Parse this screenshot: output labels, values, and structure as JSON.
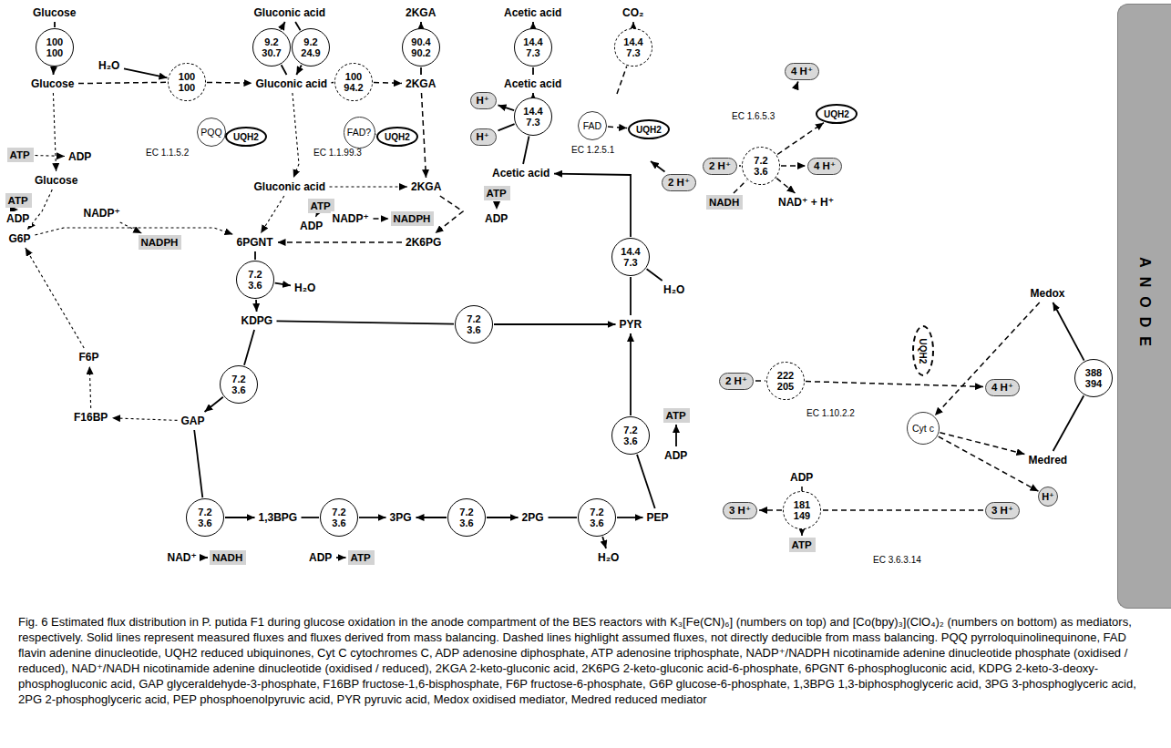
{
  "diagram": {
    "caption": "Fig. 6 Estimated flux distribution in P. putida F1 during glucose oxidation in the anode compartment of the BES reactors with K₃[Fe(CN)₆] (numbers on top) and [Co(bpy)₃](ClO₄)₂ (numbers on bottom) as mediators, respectively. Solid lines represent measured fluxes and fluxes derived from mass balancing. Dashed lines highlight assumed fluxes, not directly deducible from mass balancing. PQQ pyrroloquinolinequinone, FAD flavin adenine dinucleotide, UQH2 reduced ubiquinones, Cyt C cytochromes C, ADP adenosine diphosphate, ATP adenosine triphosphate, NADP⁺/NADPH nicotinamide adenine dinucleotide phosphate (oxidised / reduced), NAD⁺/NADH nicotinamide adenine dinucleotide (oxidised / reduced), 2KGA 2-keto-gluconic acid, 2K6PG 2-keto-gluconic acid-6-phosphate, 6PGNT 6-phosphogluconic acid, KDPG 2-keto-3-deoxy-phosphogluconic acid, GAP glyceraldehyde-3-phosphate, F16BP fructose-1,6-bisphosphate, F6P fructose-6-phosphate, G6P glucose-6-phosphate, 1,3BPG 1,3-biphosphoglyceric acid, 3PG 3-phosphoglyceric acid, 2PG 2-phosphoglyceric acid, PEP phosphoenolpyruvic acid, PYR pyruvic acid, Medox oxidised mediator, Medred reduced mediator",
    "nodes": [
      {
        "text": [
          "Glucose"
        ]
      },
      {
        "text": [
          "100",
          "100"
        ]
      },
      {
        "text": [
          "Gluconic acid"
        ]
      },
      {
        "text": [
          "9.2",
          "30.7"
        ]
      },
      {
        "text": [
          "9.2",
          "24.9"
        ]
      },
      {
        "text": [
          "2KGA"
        ]
      },
      {
        "text": [
          "90.4",
          "90.2"
        ]
      },
      {
        "text": [
          "Acetic acid"
        ]
      },
      {
        "text": [
          "14.4",
          "7.3"
        ]
      },
      {
        "text": [
          "CO₂"
        ]
      },
      {
        "text": [
          "14.4",
          "7.3"
        ]
      },
      {
        "text": [
          "Glucose"
        ]
      },
      {
        "text": [
          "H₂O"
        ]
      },
      {
        "text": [
          "100",
          "100"
        ]
      },
      {
        "text": [
          "Gluconic acid"
        ]
      },
      {
        "text": [
          "100",
          "94.2"
        ]
      },
      {
        "text": [
          "2KGA"
        ]
      },
      {
        "text": [
          "Acetic acid"
        ]
      },
      {
        "text": [
          "H⁺"
        ]
      },
      {
        "text": [
          "14.4",
          "7.3"
        ]
      },
      {
        "text": [
          "H⁺"
        ]
      },
      {
        "text": [
          "EC 1.1.5.2"
        ]
      },
      {
        "text": [
          "PQQ"
        ],
        "in": 21
      },
      {
        "text": [
          "UQH2"
        ]
      },
      {
        "text": [
          "EC 1.1.99.3"
        ]
      },
      {
        "text": [
          "FAD?"
        ],
        "in": 24
      },
      {
        "text": [
          "UQH2"
        ]
      },
      {
        "text": [
          "Gluconic acid"
        ]
      },
      {
        "text": [
          "2KGA"
        ]
      },
      {
        "text": [
          "Acetic acid"
        ]
      },
      {
        "text": [
          "EC 1.2.5.1"
        ]
      },
      {
        "text": [
          "FAD"
        ],
        "in": 30
      },
      {
        "text": [
          "UQH2"
        ]
      },
      {
        "text": [
          "2 H⁺"
        ]
      },
      {
        "text": [
          "EC 1.6.5.3"
        ]
      },
      {
        "text": [
          "UQH2"
        ]
      },
      {
        "text": [
          "4 H⁺"
        ]
      },
      {
        "text": [
          "2 H⁺"
        ]
      },
      {
        "text": [
          "7.2",
          "3.6"
        ]
      },
      {
        "text": [
          "4 H⁺"
        ]
      },
      {
        "text": [
          "NADH"
        ]
      },
      {
        "text": [
          "NAD⁺ + H⁺"
        ]
      },
      {
        "text": [
          "ATP"
        ]
      },
      {
        "text": [
          "ADP"
        ]
      },
      {
        "text": [
          "Glucose"
        ]
      },
      {
        "text": [
          "ATP"
        ]
      },
      {
        "text": [
          "ADP"
        ]
      },
      {
        "text": [
          "G6P"
        ]
      },
      {
        "text": [
          "NADP⁺"
        ]
      },
      {
        "text": [
          "NADPH"
        ]
      },
      {
        "text": [
          "ATP"
        ]
      },
      {
        "text": [
          "ADP"
        ]
      },
      {
        "text": [
          "ATP"
        ]
      },
      {
        "text": [
          "ADP"
        ]
      },
      {
        "text": [
          "NADP⁺"
        ]
      },
      {
        "text": [
          "NADPH"
        ]
      },
      {
        "text": [
          "2K6PG"
        ]
      },
      {
        "text": [
          "6PGNT"
        ]
      },
      {
        "text": [
          "7.2",
          "3.6"
        ]
      },
      {
        "text": [
          "H₂O"
        ]
      },
      {
        "text": [
          "KDPG"
        ]
      },
      {
        "text": [
          "7.2",
          "3.6"
        ]
      },
      {
        "text": [
          "PYR"
        ]
      },
      {
        "text": [
          "14.4",
          "7.3"
        ]
      },
      {
        "text": [
          "H₂O"
        ]
      },
      {
        "text": [
          "7.2",
          "3.6"
        ]
      },
      {
        "text": [
          "GAP"
        ]
      },
      {
        "text": [
          "F16BP"
        ]
      },
      {
        "text": [
          "F6P"
        ]
      },
      {
        "text": [
          "7.2",
          "3.6"
        ]
      },
      {
        "text": [
          "NAD⁺"
        ]
      },
      {
        "text": [
          "NADH"
        ]
      },
      {
        "text": [
          "1,3BPG"
        ]
      },
      {
        "text": [
          "7.2",
          "3.6"
        ]
      },
      {
        "text": [
          "ADP"
        ]
      },
      {
        "text": [
          "ATP"
        ]
      },
      {
        "text": [
          "3PG"
        ]
      },
      {
        "text": [
          "7.2",
          "3.6"
        ]
      },
      {
        "text": [
          "2PG"
        ]
      },
      {
        "text": [
          "7.2",
          "3.6"
        ]
      },
      {
        "text": [
          "H₂O"
        ]
      },
      {
        "text": [
          "PEP"
        ]
      },
      {
        "text": [
          "7.2",
          "3.6"
        ]
      },
      {
        "text": [
          "ATP"
        ]
      },
      {
        "text": [
          "ADP"
        ]
      },
      {
        "text": [
          "EC 1.10.2.2"
        ]
      },
      {
        "text": [
          "222",
          "205"
        ]
      },
      {
        "text": [
          "2 H⁺"
        ]
      },
      {
        "text": [
          "UQH2"
        ]
      },
      {
        "text": [
          "Cyt c"
        ]
      },
      {
        "text": [
          "4 H⁺"
        ]
      },
      {
        "text": [
          "Medox"
        ]
      },
      {
        "text": [
          "Medred"
        ]
      },
      {
        "text": [
          "H⁺"
        ]
      },
      {
        "text": [
          "388",
          "394"
        ]
      },
      {
        "text": [
          "ANODE"
        ]
      },
      {
        "text": [
          "3 H⁺"
        ]
      },
      {
        "text": [
          "181",
          "149"
        ]
      },
      {
        "text": [
          "ADP"
        ]
      },
      {
        "text": [
          "ATP"
        ]
      },
      {
        "text": [
          "3 H⁺"
        ]
      }
    ],
    "edges": [
      {
        "from": 0,
        "to": 1,
        "arrow": "none"
      },
      {
        "from": 1,
        "to": 11,
        "arrow": "to"
      },
      {
        "from": 14,
        "to": 3,
        "arrow": "none"
      },
      {
        "from": 3,
        "to": 2,
        "arrow": "to"
      },
      {
        "from": 2,
        "to": 4,
        "arrow": "none"
      },
      {
        "from": 4,
        "to": 14,
        "arrow": "to"
      },
      {
        "from": 16,
        "to": 6,
        "arrow": "none"
      },
      {
        "from": 6,
        "to": 5,
        "arrow": "to"
      },
      {
        "from": 17,
        "to": 8,
        "arrow": "none"
      },
      {
        "from": 8,
        "to": 7,
        "arrow": "to"
      },
      {
        "from": 30,
        "to": 10,
        "arrow": "none"
      },
      {
        "from": 10,
        "to": 9,
        "arrow": "to"
      },
      {
        "from": 11,
        "to": 13,
        "arrow": "none"
      },
      {
        "from": 13,
        "to": 14,
        "arrow": "to"
      },
      {
        "from": 12,
        "to": 13,
        "arrow": "to"
      },
      {
        "from": 14,
        "to": 15,
        "arrow": "none"
      },
      {
        "from": 15,
        "to": 16,
        "arrow": "to"
      },
      {
        "from": 22,
        "to": 23,
        "arrow": "to"
      },
      {
        "from": 25,
        "to": 26,
        "arrow": "to"
      },
      {
        "from": 31,
        "to": 32,
        "arrow": "to"
      },
      {
        "from": 29,
        "to": 19,
        "arrow": "none"
      },
      {
        "from": 19,
        "to": 17,
        "arrow": "to"
      },
      {
        "from": 20,
        "to": 19,
        "arrow": "none"
      },
      {
        "from": 19,
        "to": 18,
        "arrow": "to"
      },
      {
        "from": 33,
        "to": 30,
        "arrow": "to"
      },
      {
        "from": 62,
        "to": 63,
        "arrow": "none"
      },
      {
        "from": 63,
        "to": 29,
        "arrow": "to"
      },
      {
        "from": 64,
        "to": 63,
        "arrow": "none"
      },
      {
        "from": 34,
        "to": 36,
        "arrow": "to"
      },
      {
        "from": 37,
        "to": 38,
        "arrow": "none"
      },
      {
        "from": 38,
        "to": 39,
        "arrow": "to"
      },
      {
        "from": 40,
        "to": 38,
        "arrow": "none"
      },
      {
        "from": 38,
        "to": 41,
        "arrow": "to"
      },
      {
        "from": 38,
        "to": 35,
        "arrow": "to"
      },
      {
        "from": 42,
        "to": 43,
        "arrow": "to"
      },
      {
        "from": 11,
        "to": 44,
        "arrow": "to"
      },
      {
        "from": 44,
        "to": 47,
        "arrow": "to"
      },
      {
        "from": 45,
        "to": 46,
        "arrow": "to"
      },
      {
        "from": 47,
        "to": 57,
        "arrow": "to"
      },
      {
        "from": 48,
        "to": 49,
        "arrow": "to"
      },
      {
        "from": 68,
        "to": 47,
        "arrow": "to"
      },
      {
        "from": 67,
        "to": 68,
        "arrow": "to"
      },
      {
        "from": 66,
        "to": 67,
        "arrow": "to"
      },
      {
        "from": 14,
        "to": 27,
        "arrow": "to"
      },
      {
        "from": 27,
        "to": 57,
        "arrow": "to"
      },
      {
        "from": 50,
        "to": 51,
        "arrow": "to"
      },
      {
        "from": 27,
        "to": 28,
        "arrow": "to"
      },
      {
        "from": 54,
        "to": 55,
        "arrow": "to"
      },
      {
        "from": 16,
        "to": 28,
        "arrow": "to"
      },
      {
        "from": 28,
        "to": 56,
        "arrow": "to"
      },
      {
        "from": 52,
        "to": 53,
        "arrow": "to"
      },
      {
        "from": 56,
        "to": 57,
        "arrow": "to"
      },
      {
        "from": 57,
        "to": 58,
        "arrow": "none"
      },
      {
        "from": 58,
        "to": 60,
        "arrow": "to"
      },
      {
        "from": 58,
        "to": 59,
        "arrow": "to"
      },
      {
        "from": 60,
        "to": 61,
        "arrow": "none"
      },
      {
        "from": 61,
        "to": 62,
        "arrow": "to"
      },
      {
        "from": 60,
        "to": 65,
        "arrow": "none"
      },
      {
        "from": 65,
        "to": 66,
        "arrow": "to"
      },
      {
        "from": 66,
        "to": 69,
        "arrow": "none"
      },
      {
        "from": 69,
        "to": 72,
        "arrow": "to"
      },
      {
        "from": 70,
        "to": 71,
        "arrow": "to"
      },
      {
        "from": 72,
        "to": 73,
        "arrow": "none"
      },
      {
        "from": 73,
        "to": 76,
        "arrow": "to"
      },
      {
        "from": 74,
        "to": 75,
        "arrow": "to"
      },
      {
        "from": 77,
        "to": 76,
        "arrow": "to"
      },
      {
        "from": 77,
        "to": 78,
        "arrow": "to"
      },
      {
        "from": 78,
        "to": 79,
        "arrow": "none"
      },
      {
        "from": 79,
        "to": 81,
        "arrow": "to"
      },
      {
        "from": 79,
        "to": 80,
        "arrow": "to"
      },
      {
        "from": 81,
        "to": 82,
        "arrow": "none"
      },
      {
        "from": 82,
        "to": 62,
        "arrow": "to"
      },
      {
        "from": 84,
        "to": 83,
        "arrow": "to"
      },
      {
        "from": 87,
        "to": 86,
        "arrow": "none"
      },
      {
        "from": 86,
        "to": 90,
        "arrow": "to"
      },
      {
        "from": 91,
        "to": 89,
        "arrow": "to"
      },
      {
        "from": 89,
        "to": 92,
        "arrow": "to"
      },
      {
        "from": 89,
        "to": 93,
        "arrow": "to"
      },
      {
        "from": 92,
        "to": 94,
        "arrow": "none"
      },
      {
        "from": 94,
        "to": 91,
        "arrow": "to"
      },
      {
        "from": 100,
        "to": 97,
        "arrow": "none"
      },
      {
        "from": 97,
        "to": 96,
        "arrow": "to"
      },
      {
        "from": 98,
        "to": 99,
        "arrow": "to"
      }
    ],
    "labels": [
      "EC 3.6.3.14"
    ]
  }
}
